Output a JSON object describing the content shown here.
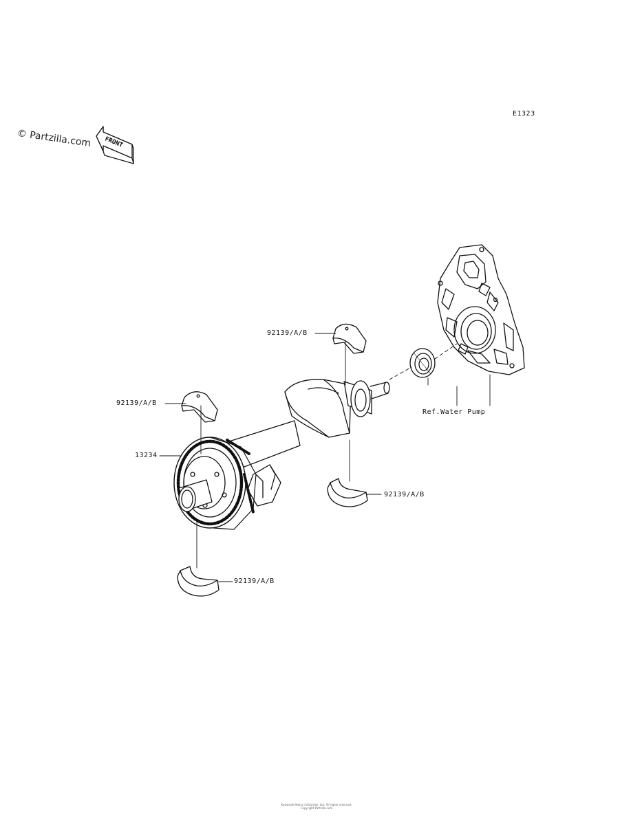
{
  "diagram_code": "E1323",
  "watermark": "© Partzilla.com",
  "front_label": "FRONT",
  "callouts": {
    "bearing_top": "92139/A/B",
    "bearing_left": "92139/A/B",
    "gear": "13234",
    "bearing_right": "92139/A/B",
    "bearing_bottom": "92139/A/B",
    "pump_ref": "Ref.Water Pump"
  },
  "footer": {
    "line1": "Kawasaki Heavy Industries, Ltd. All rights reserved.",
    "line2": "Copyright Partzilla.com"
  }
}
